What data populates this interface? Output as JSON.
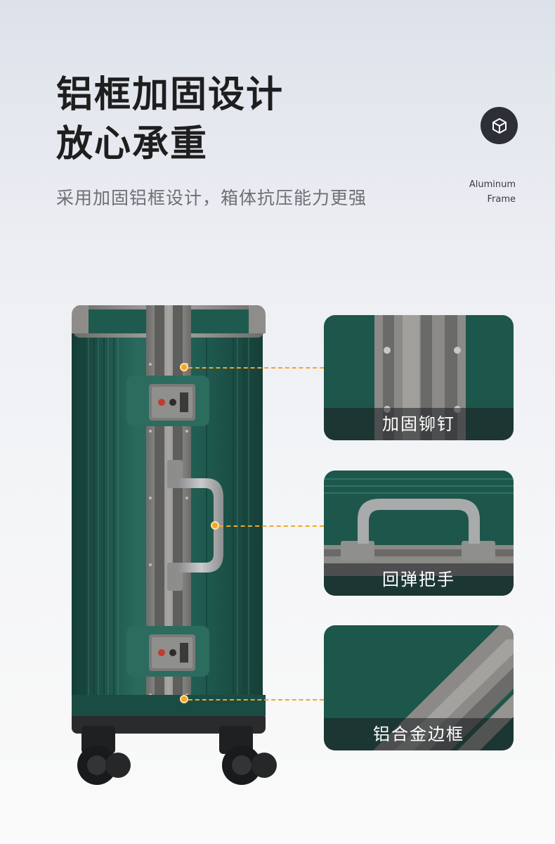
{
  "headline": {
    "line1": "铝框加固设计",
    "line2": "放心承重"
  },
  "subtitle": "采用加固铝框设计，箱体抗压能力更强",
  "badge": {
    "icon": "cube-icon",
    "line1": "Aluminum",
    "line2": "Frame"
  },
  "features": [
    {
      "label": "加固铆钉"
    },
    {
      "label": "回弹把手"
    },
    {
      "label": "铝合金边框"
    }
  ],
  "colors": {
    "accent": "#f5a623",
    "body_green": "#1f5a4f",
    "frame_gray": "#8a8a88",
    "badge_dark": "#2c2f36"
  }
}
